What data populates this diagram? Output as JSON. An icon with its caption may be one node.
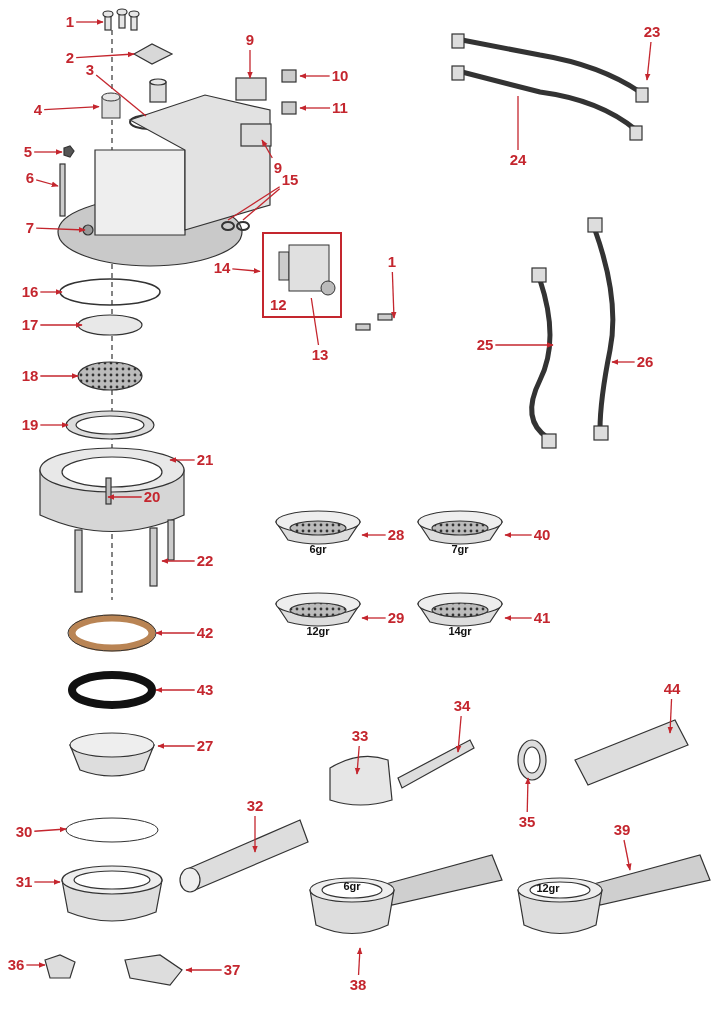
{
  "diagram": {
    "nodes": [
      {
        "text": [
          "1"
        ]
      },
      {
        "text": [
          "23"
        ]
      },
      {
        "text": [
          "9"
        ]
      },
      {
        "text": [
          "2"
        ]
      },
      {
        "text": [
          "10"
        ]
      },
      {
        "text": [
          "3"
        ]
      },
      {
        "text": [
          "4"
        ]
      },
      {
        "text": [
          "11"
        ]
      },
      {
        "text": [
          "5"
        ]
      },
      {
        "text": [
          "24"
        ]
      },
      {
        "text": [
          "9"
        ]
      },
      {
        "text": [
          "6"
        ]
      },
      {
        "text": [
          "15"
        ]
      },
      {
        "text": [
          "7"
        ]
      },
      {
        "text": [
          "1"
        ]
      },
      {
        "text": [
          "14"
        ]
      },
      {
        "text": [
          "12"
        ]
      },
      {
        "text": [
          "16"
        ]
      },
      {
        "text": [
          "17"
        ]
      },
      {
        "text": [
          "25"
        ]
      },
      {
        "text": [
          "13"
        ]
      },
      {
        "text": [
          "26"
        ]
      },
      {
        "text": [
          "18"
        ]
      },
      {
        "text": [
          "19"
        ]
      },
      {
        "text": [
          "21"
        ]
      },
      {
        "text": [
          "20"
        ]
      },
      {
        "text": [
          "28"
        ]
      },
      {
        "text": [
          "40"
        ]
      },
      {
        "text": [
          "22"
        ]
      },
      {
        "text": [
          "29"
        ]
      },
      {
        "text": [
          "41"
        ]
      },
      {
        "text": [
          "42"
        ]
      },
      {
        "text": [
          "44"
        ]
      },
      {
        "text": [
          "43"
        ]
      },
      {
        "text": [
          "34"
        ]
      },
      {
        "text": [
          "33"
        ]
      },
      {
        "text": [
          "27"
        ]
      },
      {
        "text": [
          "32"
        ]
      },
      {
        "text": [
          "35"
        ]
      },
      {
        "text": [
          "30"
        ]
      },
      {
        "text": [
          "39"
        ]
      },
      {
        "text": [
          "31"
        ]
      },
      {
        "text": [
          "36"
        ]
      },
      {
        "text": [
          "37"
        ]
      },
      {
        "text": [
          "38"
        ]
      },
      {
        "text": [],
        "shape": "box",
        "in": 16
      },
      {
        "text": [],
        "shape": "cylinder"
      }
    ],
    "edges": [
      {
        "from": 0,
        "to": null,
        "arrow": "to"
      },
      {
        "from": 1,
        "to": null,
        "arrow": "to"
      },
      {
        "from": 2,
        "to": null,
        "arrow": "to"
      },
      {
        "from": 3,
        "to": null,
        "arrow": "to"
      },
      {
        "from": 4,
        "to": null,
        "arrow": "to"
      },
      {
        "from": 5,
        "to": null,
        "arrow": "none"
      },
      {
        "from": 6,
        "to": 46,
        "arrow": "to"
      },
      {
        "from": 7,
        "to": null,
        "arrow": "to"
      },
      {
        "from": 8,
        "to": null,
        "arrow": "to"
      },
      {
        "from": 9,
        "to": null,
        "arrow": "none"
      },
      {
        "from": 10,
        "to": null,
        "arrow": "to"
      },
      {
        "from": 11,
        "to": null,
        "arrow": "to"
      },
      {
        "from": 12,
        "to": null,
        "arrow": "none"
      },
      {
        "from": 12,
        "to": null,
        "arrow": "none"
      },
      {
        "from": 13,
        "to": null,
        "arrow": "to"
      },
      {
        "from": 14,
        "to": null,
        "arrow": "to"
      },
      {
        "from": 15,
        "to": 16,
        "arrow": "to"
      },
      {
        "from": 17,
        "to": null,
        "arrow": "to"
      },
      {
        "from": 18,
        "to": null,
        "arrow": "to"
      },
      {
        "from": 19,
        "to": null,
        "arrow": "to"
      },
      {
        "from": 20,
        "to": 45,
        "arrow": "none"
      },
      {
        "from": 21,
        "to": null,
        "arrow": "to"
      },
      {
        "from": 22,
        "to": null,
        "arrow": "to"
      },
      {
        "from": 23,
        "to": null,
        "arrow": "to"
      },
      {
        "from": 24,
        "to": null,
        "arrow": "to"
      },
      {
        "from": 25,
        "to": null,
        "arrow": "to"
      },
      {
        "from": 26,
        "to": null,
        "arrow": "to"
      },
      {
        "from": 27,
        "to": null,
        "arrow": "to"
      },
      {
        "from": 28,
        "to": null,
        "arrow": "to"
      },
      {
        "from": 29,
        "to": null,
        "arrow": "to"
      },
      {
        "from": 30,
        "to": null,
        "arrow": "to"
      },
      {
        "from": 31,
        "to": null,
        "arrow": "to"
      },
      {
        "from": 32,
        "to": null,
        "arrow": "to"
      },
      {
        "from": 33,
        "to": null,
        "arrow": "to"
      },
      {
        "from": 34,
        "to": null,
        "arrow": "to"
      },
      {
        "from": 35,
        "to": null,
        "arrow": "to"
      },
      {
        "from": 36,
        "to": null,
        "arrow": "to"
      },
      {
        "from": 37,
        "to": null,
        "arrow": "to"
      },
      {
        "from": 38,
        "to": null,
        "arrow": "to"
      },
      {
        "from": 39,
        "to": null,
        "arrow": "to"
      },
      {
        "from": 40,
        "to": null,
        "arrow": "to"
      },
      {
        "from": 41,
        "to": null,
        "arrow": "to"
      },
      {
        "from": 42,
        "to": null,
        "arrow": "to"
      },
      {
        "from": 43,
        "to": null,
        "arrow": "to"
      },
      {
        "from": 44,
        "to": null,
        "arrow": "to"
      }
    ],
    "labels": [
      "6gr",
      "7gr",
      "12gr",
      "14gr",
      "6gr",
      "12gr"
    ]
  }
}
